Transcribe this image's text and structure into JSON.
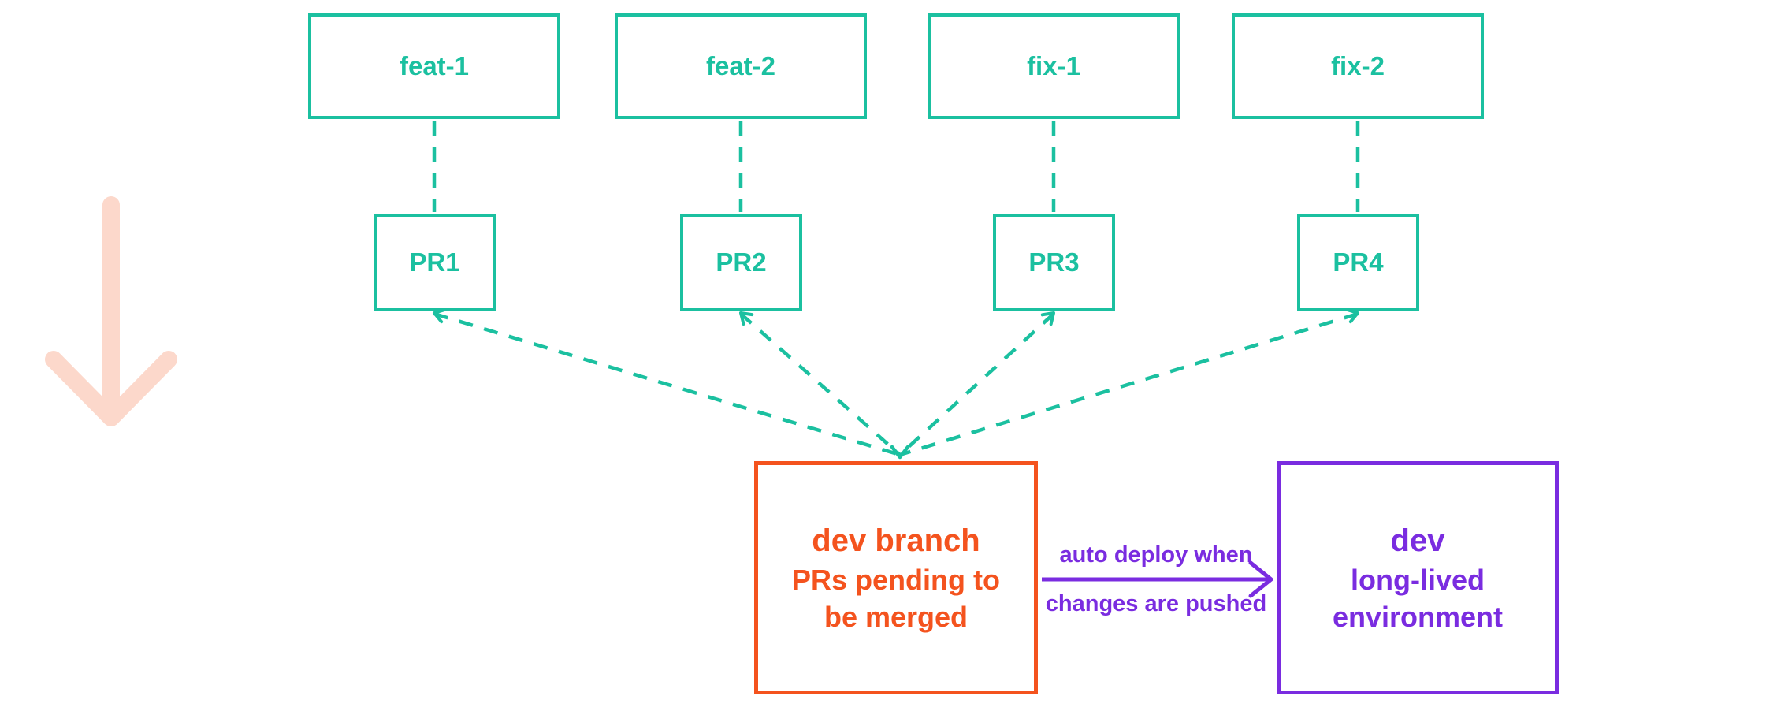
{
  "colors": {
    "teal": "#1bc0a0",
    "orange": "#f4531e",
    "purple": "#7a2ce0",
    "pink": "#fcd8cb",
    "background": "#ffffff"
  },
  "feature_branches": [
    {
      "label": "feat-1"
    },
    {
      "label": "feat-2"
    },
    {
      "label": "fix-1"
    },
    {
      "label": "fix-2"
    }
  ],
  "pull_requests": [
    {
      "label": "PR1"
    },
    {
      "label": "PR2"
    },
    {
      "label": "PR3"
    },
    {
      "label": "PR4"
    }
  ],
  "dev_branch_box": {
    "title_bold": "dev",
    "title_rest": " branch",
    "subtitle_line1": "PRs pending to",
    "subtitle_line2": "be merged"
  },
  "dev_environment_box": {
    "title": "dev",
    "subtitle_line1": "long-lived",
    "subtitle_line2": "environment"
  },
  "deploy_arrow": {
    "label_line1": "auto deploy when",
    "label_line2": "changes are pushed"
  }
}
